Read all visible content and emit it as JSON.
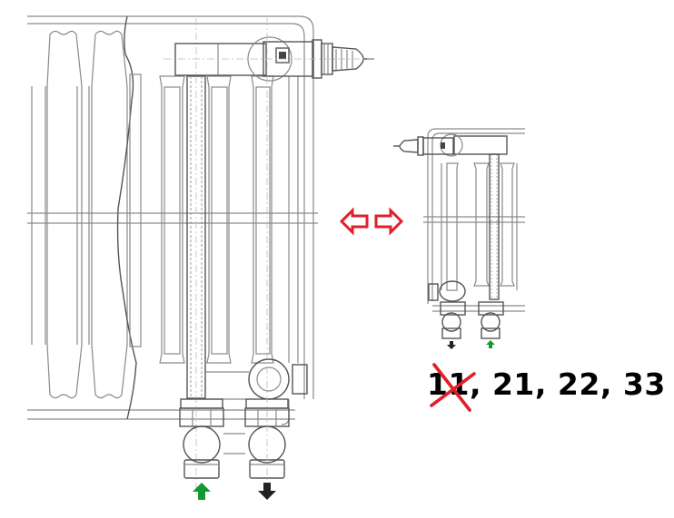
{
  "diagram": {
    "title": "Radiator bottom connection valve — left/right interchangeable",
    "large_view": {
      "description": "Radiator with valve set, connection on right side",
      "inlet_arrow": {
        "direction": "up",
        "color": "#119933"
      },
      "outlet_arrow": {
        "direction": "down",
        "color": "#222222"
      }
    },
    "swap_arrows": {
      "left": {
        "direction": "left",
        "color": "#e0202a"
      },
      "right": {
        "direction": "right",
        "color": "#e0202a"
      }
    },
    "small_view": {
      "description": "Mirrored radiator with valve set, connection on left side",
      "outlet_arrow": {
        "direction": "down",
        "color": "#222222"
      },
      "inlet_arrow": {
        "direction": "up",
        "color": "#119933"
      }
    },
    "types_label": {
      "struck": "11",
      "rest": ", 21, 22, 33",
      "strike_color": "#e0202a"
    }
  }
}
